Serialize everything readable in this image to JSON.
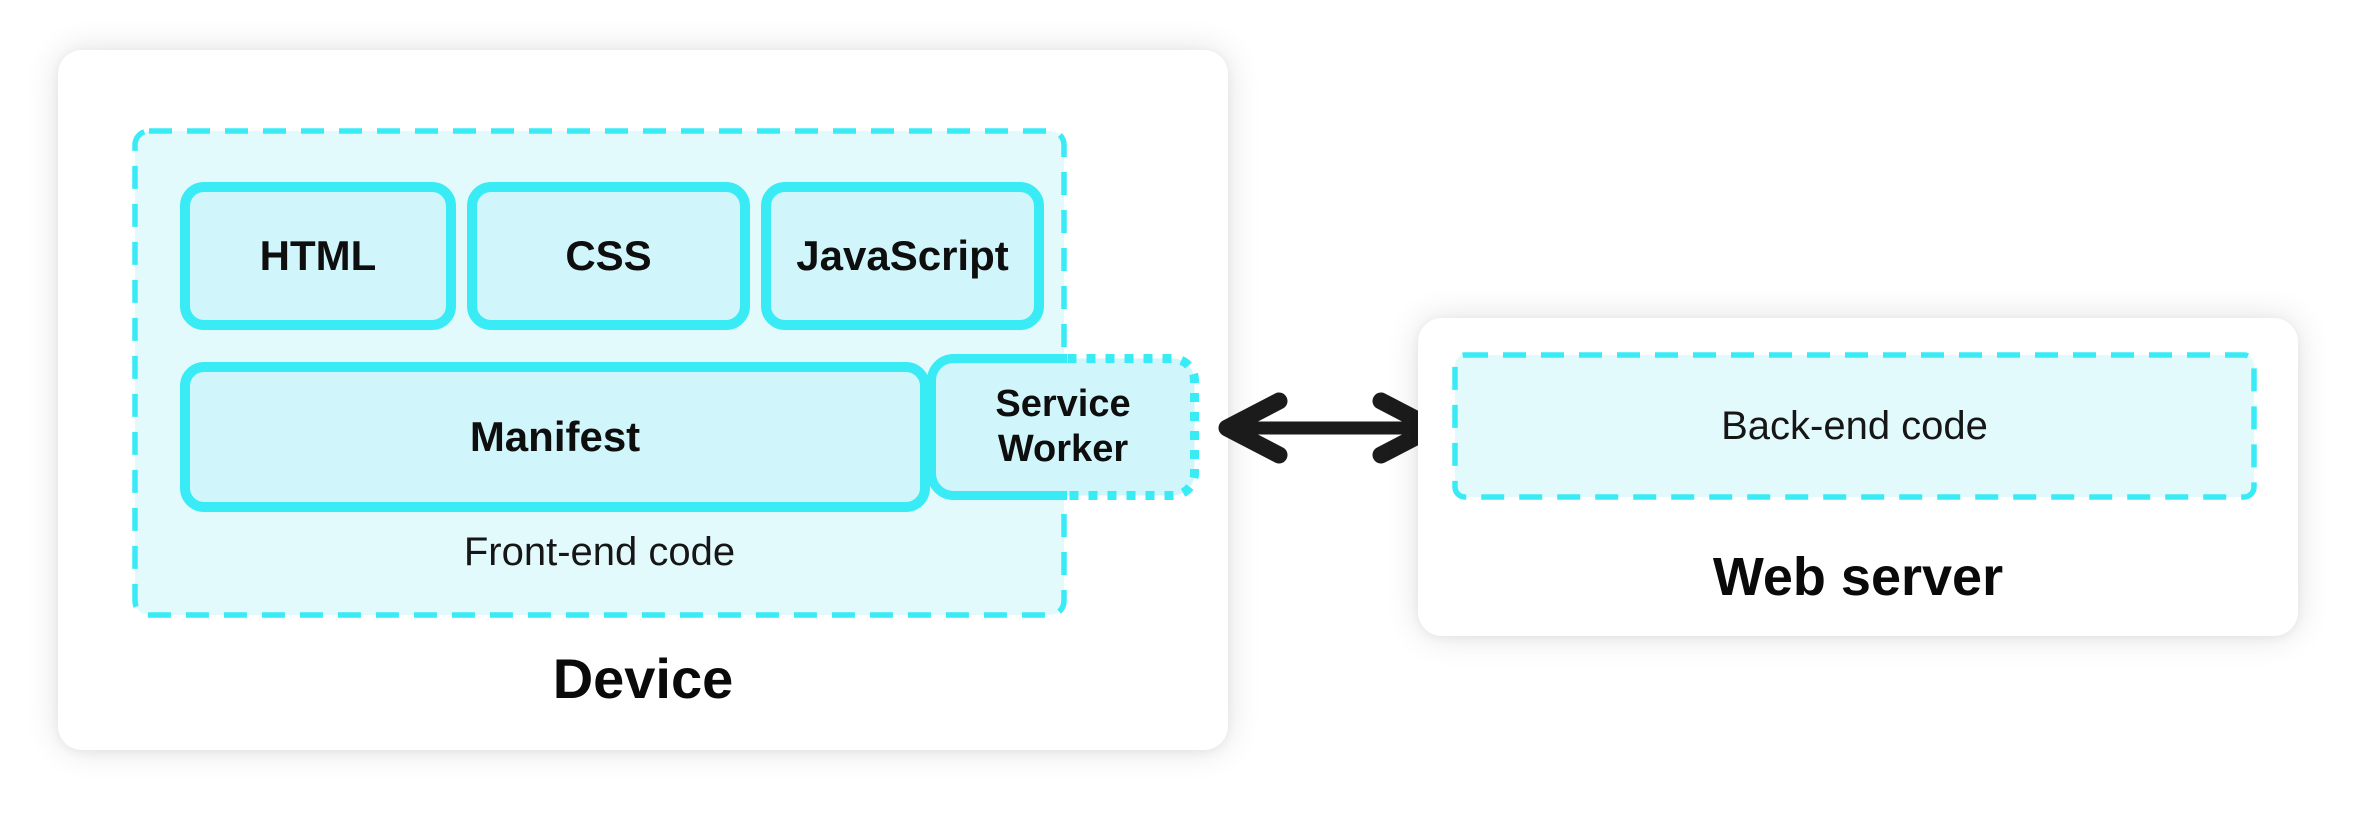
{
  "device_card": {
    "label": "Device",
    "frontend": {
      "label": "Front-end code",
      "html": "HTML",
      "css": "CSS",
      "javascript": "JavaScript",
      "manifest": "Manifest",
      "service_worker": "Service Worker"
    }
  },
  "server_card": {
    "label": "Web server",
    "backend_label": "Back-end code"
  },
  "connection": {
    "icon": "bidirectional-arrow"
  },
  "colors": {
    "accent_cyan": "#38ebf5",
    "container_fill": "#e3fafd",
    "box_fill": "#d0f5fb",
    "card_white": "#ffffff",
    "arrow_black": "#1b1b1b",
    "text_black": "#0e0e0e"
  }
}
